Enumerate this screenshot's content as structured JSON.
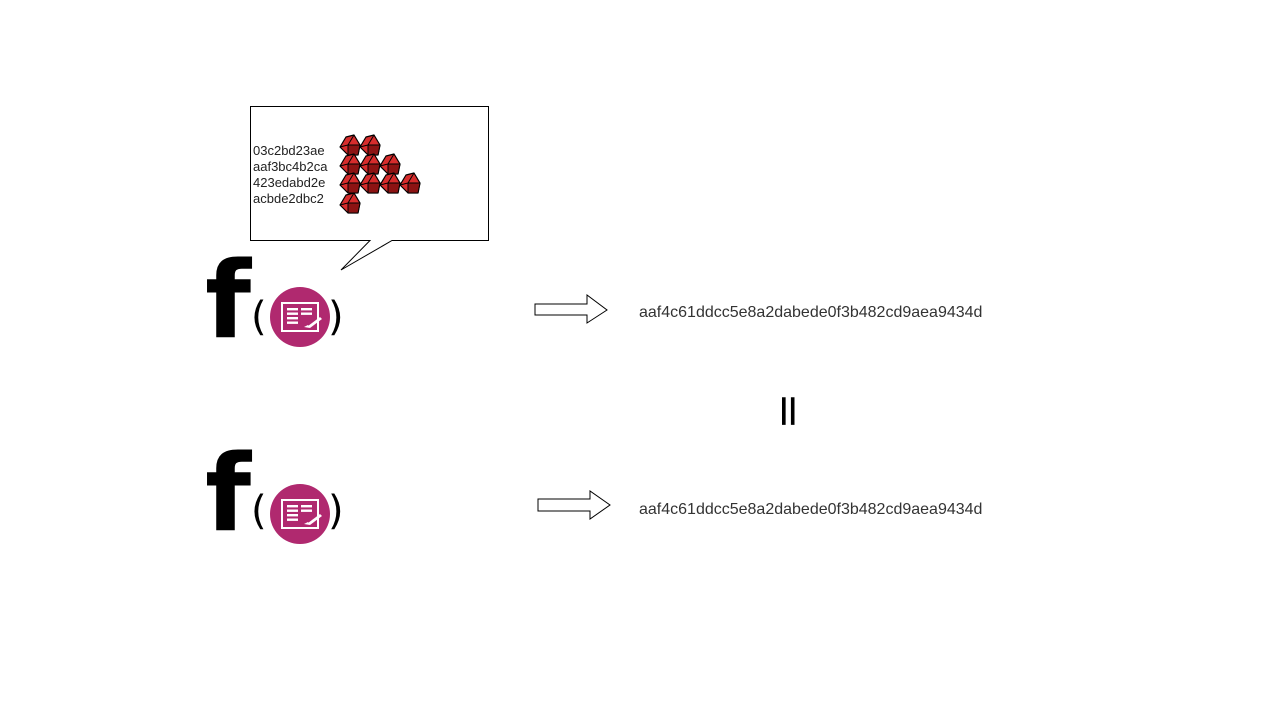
{
  "callout": {
    "rows": [
      {
        "label": "03c2bd23ae",
        "count": 2
      },
      {
        "label": "aaf3bc4b2ca",
        "count": 3
      },
      {
        "label": "423edabd2e",
        "count": 4
      },
      {
        "label": "acbde2dbc2",
        "count": 1
      }
    ]
  },
  "top": {
    "function_letter": "f",
    "open_paren": "(",
    "close_paren": ")",
    "icon": "ledger-app-icon",
    "arrow_icon": "right-arrow-icon",
    "hash": "aaf4c61ddcc5e8a2dabede0f3b482cd9aea9434d"
  },
  "bottom": {
    "function_letter": "f",
    "open_paren": "(",
    "close_paren": ")",
    "icon": "ledger-app-icon",
    "arrow_icon": "right-arrow-icon",
    "hash": "aaf4c61ddcc5e8a2dabede0f3b482cd9aea9434d"
  },
  "equals": "=",
  "colors": {
    "icon_circle": "#b0296f",
    "gem_fill": "#d62c2c",
    "gem_dark": "#8c1313",
    "outline": "#000000"
  }
}
